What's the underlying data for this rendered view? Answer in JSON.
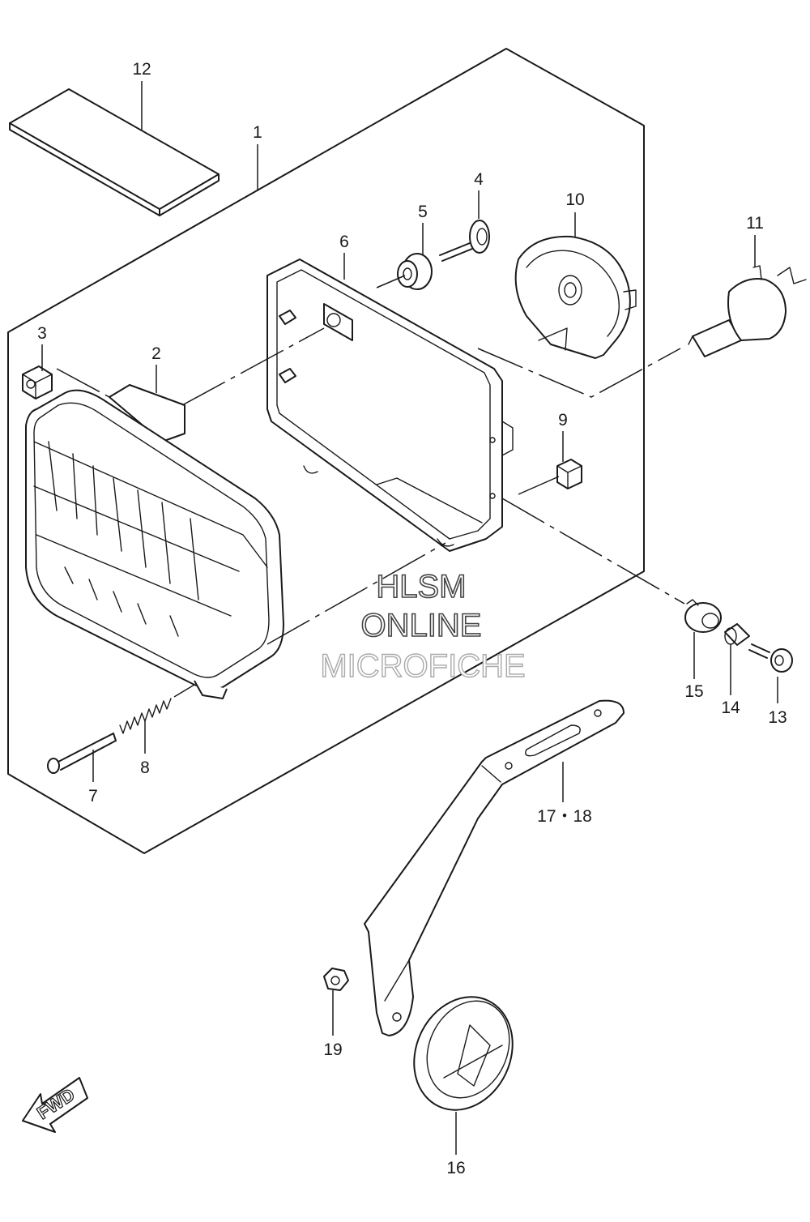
{
  "callouts": {
    "c1": "1",
    "c2": "2",
    "c3": "3",
    "c4": "4",
    "c5": "5",
    "c6": "6",
    "c7": "7",
    "c8": "8",
    "c9": "9",
    "c10": "10",
    "c11": "11",
    "c12": "12",
    "c13": "13",
    "c14": "14",
    "c15": "15",
    "c16": "16",
    "c17_18": "17・18",
    "c19": "19"
  },
  "watermark": {
    "line1": "HLSM",
    "line2": "ONLINE",
    "line3": "MICROFICHE"
  },
  "fwd_label": "FWD"
}
